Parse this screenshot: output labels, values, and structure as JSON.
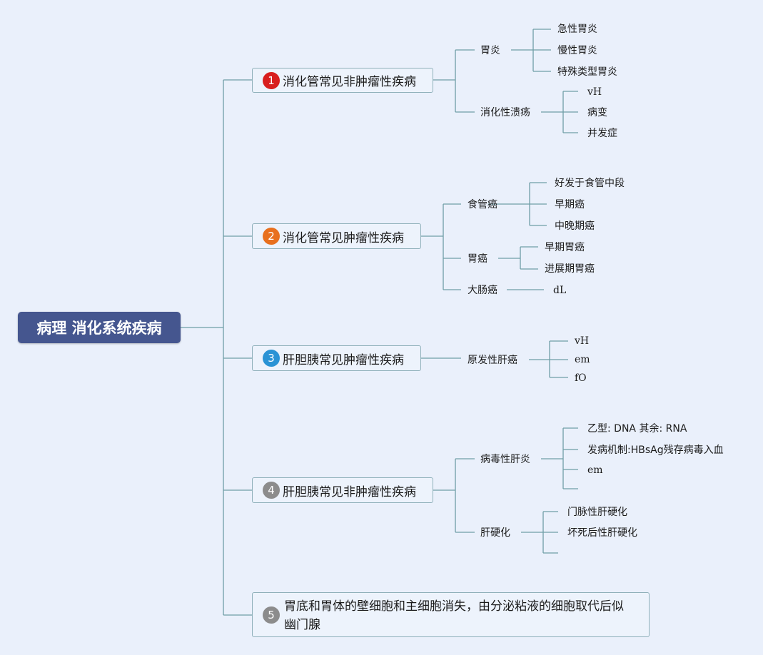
{
  "root": {
    "title": "病理 消化系统疾病"
  },
  "branches": [
    {
      "num": "1",
      "color": "#d81e1e",
      "title": "消化管常见非肿瘤性疾病"
    },
    {
      "num": "2",
      "color": "#e8701e",
      "title": "消化管常见肿瘤性疾病"
    },
    {
      "num": "3",
      "color": "#2a93d5",
      "title": "肝胆胰常见肿瘤性疾病"
    },
    {
      "num": "4",
      "color": "#8c8c8c",
      "title": "肝胆胰常见非肿瘤性疾病"
    },
    {
      "num": "5",
      "color": "#8c8c8c",
      "title": "胃底和胃体的壁细胞和主细胞消失，由分泌粘液的细胞取代后似幽门腺"
    }
  ],
  "b1": {
    "gastritis": {
      "label": "胃炎",
      "children": [
        "急性胃炎",
        "慢性胃炎",
        "特殊类型胃炎"
      ]
    },
    "ulcer": {
      "label": "消化性溃疡",
      "children": [
        "vH",
        "病变",
        "并发症"
      ]
    }
  },
  "b2": {
    "esophageal": {
      "label": "食管癌",
      "children": [
        "好发于食管中段",
        "早期癌",
        "中晚期癌"
      ]
    },
    "gastric": {
      "label": "胃癌",
      "children": [
        "早期胃癌",
        "进展期胃癌"
      ]
    },
    "colorectal": {
      "label": "大肠癌",
      "children": [
        "dL"
      ]
    }
  },
  "b3": {
    "liver_cancer": {
      "label": "原发性肝癌",
      "children": [
        "vH",
        "em",
        "fO"
      ]
    }
  },
  "b4": {
    "hepatitis": {
      "label": "病毒性肝炎",
      "children": [
        "乙型: DNA 其余: RNA",
        "发病机制:HBsAg残存病毒入血",
        "em",
        ""
      ]
    },
    "cirrhosis": {
      "label": "肝硬化",
      "children": [
        "门脉性肝硬化",
        "坏死后性肝硬化",
        ""
      ]
    }
  }
}
